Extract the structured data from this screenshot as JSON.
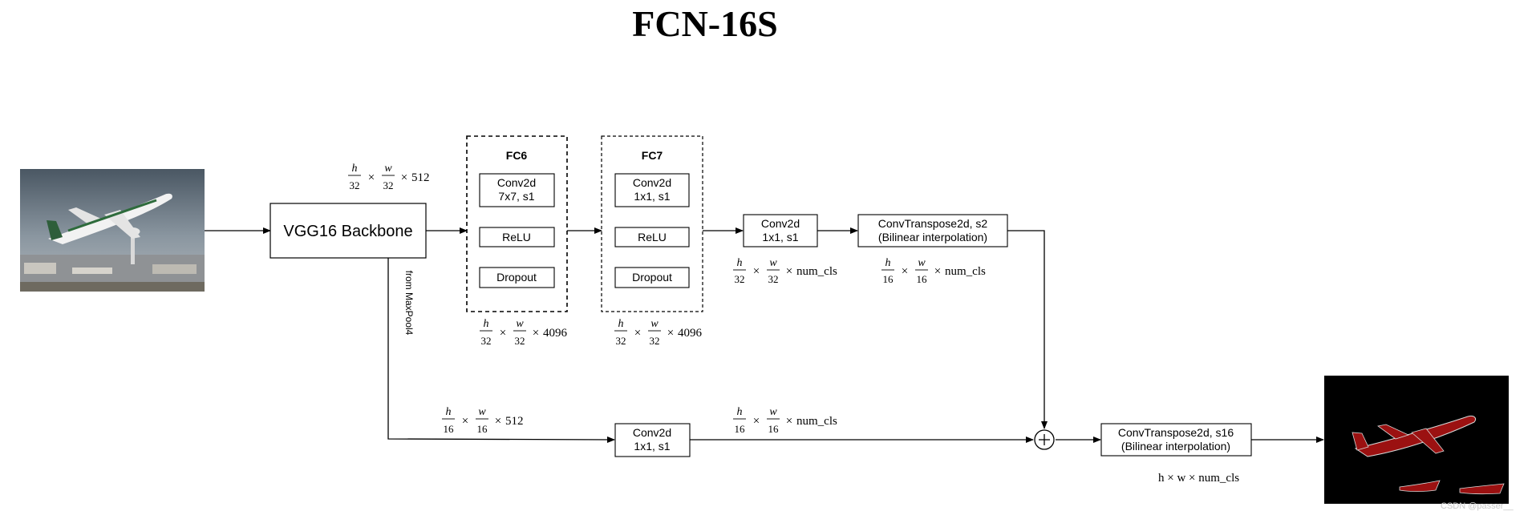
{
  "title": "FCN-16S",
  "nodes": {
    "backbone": "VGG16 Backbone",
    "fc6": {
      "title": "FC6",
      "conv_line1": "Conv2d",
      "conv_line2": "7x7, s1",
      "relu": "ReLU",
      "dropout": "Dropout"
    },
    "fc7": {
      "title": "FC7",
      "conv_line1": "Conv2d",
      "conv_line2": "1x1, s1",
      "relu": "ReLU",
      "dropout": "Dropout"
    },
    "score32": {
      "line1": "Conv2d",
      "line2": "1x1, s1"
    },
    "upsample2": {
      "line1": "ConvTranspose2d, s2",
      "line2": "(Bilinear interpolation)"
    },
    "score16": {
      "line1": "Conv2d",
      "line2": "1x1, s1"
    },
    "upsample16": {
      "line1": "ConvTranspose2d, s16",
      "line2": "(Bilinear interpolation)"
    },
    "skip_label": "from MaxPool4",
    "add_symbol": "+"
  },
  "shapes": {
    "backbone_out": {
      "num_h": "h",
      "den_h": "32",
      "num_w": "w",
      "den_w": "32",
      "times": "×",
      "channels": "512"
    },
    "fc6_out": {
      "num_h": "h",
      "den_h": "32",
      "num_w": "w",
      "den_w": "32",
      "times": "×",
      "channels": "4096"
    },
    "fc7_out": {
      "num_h": "h",
      "den_h": "32",
      "num_w": "w",
      "den_w": "32",
      "times": "×",
      "channels": "4096"
    },
    "score32_out": {
      "num_h": "h",
      "den_h": "32",
      "num_w": "w",
      "den_w": "32",
      "times": "×",
      "channels": "num_cls"
    },
    "upsample2_out": {
      "num_h": "h",
      "den_h": "16",
      "num_w": "w",
      "den_w": "16",
      "times": "×",
      "channels": "num_cls"
    },
    "pool4_out": {
      "num_h": "h",
      "den_h": "16",
      "num_w": "w",
      "den_w": "16",
      "times": "×",
      "channels": "512"
    },
    "score16_out": {
      "num_h": "h",
      "den_h": "16",
      "num_w": "w",
      "den_w": "16",
      "times": "×",
      "channels": "num_cls"
    },
    "final_out": "h × w × num_cls"
  },
  "images": {
    "input": "airplane-photo",
    "output": "segmentation-mask"
  },
  "watermark": "CSDN @passer__",
  "colors": {
    "mask_bg": "#000000",
    "mask_fg": "#9b1111",
    "mask_edge": "#d8d8d8"
  }
}
